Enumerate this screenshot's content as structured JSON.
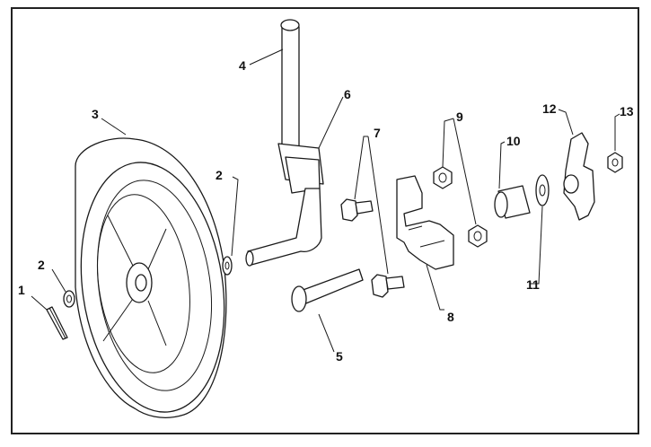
{
  "callouts": [
    "1",
    "2",
    "2",
    "3",
    "4",
    "5",
    "6",
    "7",
    "8",
    "9",
    "10",
    "11",
    "12",
    "13"
  ],
  "icons": {
    "cotter_pin": "cotter-pin-icon",
    "washer": "washer-icon",
    "wheel": "wheel-icon",
    "handle": "handle-icon",
    "bolt": "bolt-icon",
    "bracket": "bracket-icon",
    "nut": "nut-icon",
    "spacer": "spacer-icon",
    "wing_knob": "wing-knob-icon"
  },
  "colors": {
    "line": "#1a1a1a",
    "background": "#ffffff",
    "frame": "#222222"
  }
}
